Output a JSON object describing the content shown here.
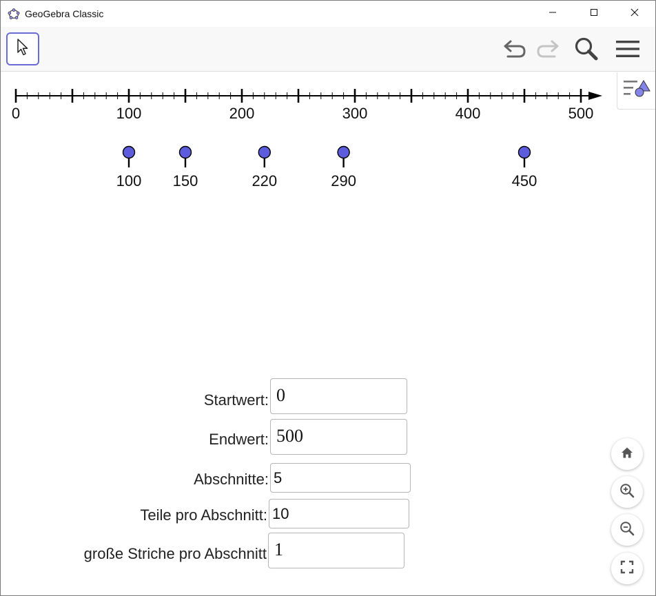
{
  "window": {
    "title": "GeoGebra Classic"
  },
  "icons": {
    "app": "geogebra-logo-icon",
    "minimize": "minimize-icon",
    "maximize": "maximize-icon",
    "close": "close-icon",
    "move_tool": "pointer-arrow-icon",
    "undo": "undo-icon",
    "redo": "redo-icon",
    "search": "search-icon",
    "menu": "hamburger-menu-icon",
    "stylebar": "style-bar-icon",
    "home": "home-icon",
    "zoom_in": "zoom-in-icon",
    "zoom_out": "zoom-out-icon",
    "fullscreen": "fullscreen-icon"
  },
  "colors": {
    "accent": "#6b6bd6",
    "point_fill": "#5c5cdd",
    "axis": "#000000",
    "toolbar_bg": "#f8f8f8"
  },
  "numberline": {
    "min": 0,
    "max": 500,
    "major_step": 50,
    "minor_step": 10,
    "labels": [
      "0",
      "100",
      "200",
      "300",
      "400",
      "500"
    ],
    "points": [
      {
        "value": 100,
        "label": "100"
      },
      {
        "value": 150,
        "label": "150"
      },
      {
        "value": 220,
        "label": "220"
      },
      {
        "value": 290,
        "label": "290"
      },
      {
        "value": 450,
        "label": "450"
      }
    ]
  },
  "form": {
    "start_label": "Startwert:",
    "start_value": "0",
    "end_label": "Endwert:",
    "end_value": "500",
    "sections_label": "Abschnitte:",
    "sections_value": "5",
    "parts_label": "Teile pro Abschnitt:",
    "parts_value": "10",
    "big_ticks_label": "große Striche pro Abschnitt",
    "big_ticks_value": "1"
  }
}
